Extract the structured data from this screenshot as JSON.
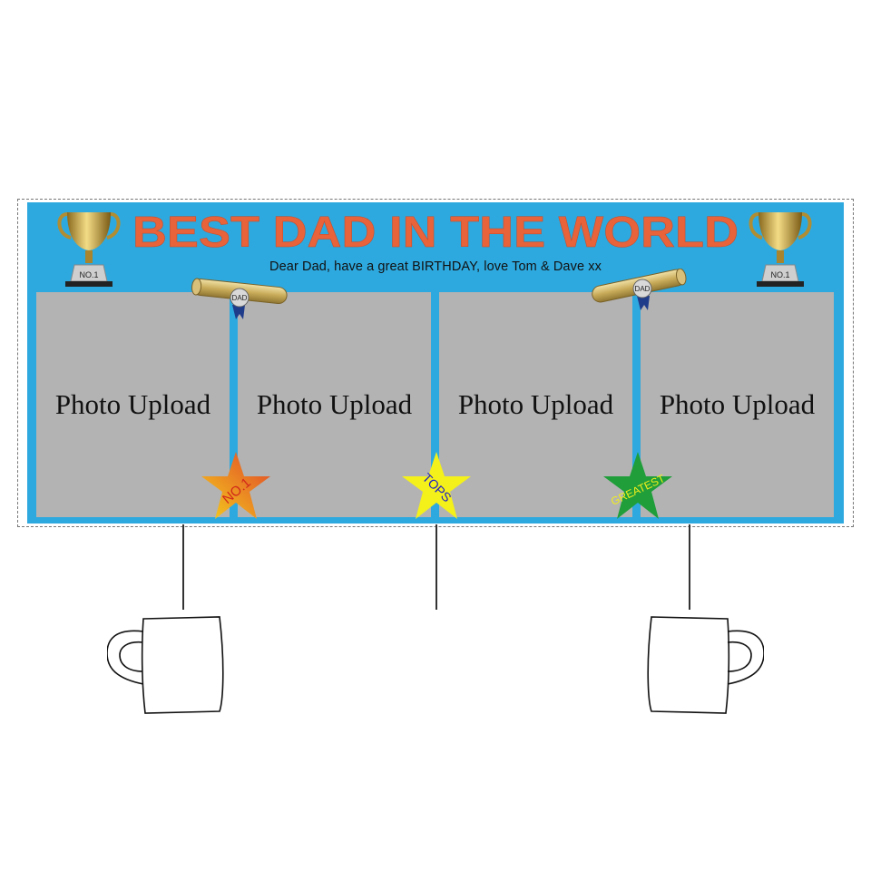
{
  "banner": {
    "title": "BEST DAD IN THE WORLD",
    "subtitle": "Dear Dad, have a great BIRTHDAY, love Tom & Dave xx",
    "trophy_label": "NO.1",
    "scroll_label": "DAD",
    "colors": {
      "background": "#2ea9df",
      "title": "#e8633a",
      "slot": "#b3b3b3"
    }
  },
  "slots": [
    {
      "label": "Photo Upload"
    },
    {
      "label": "Photo Upload"
    },
    {
      "label": "Photo Upload"
    },
    {
      "label": "Photo Upload"
    }
  ],
  "badges": [
    {
      "text": "NO.1",
      "icon": "star-orange-icon"
    },
    {
      "text": "TOPS",
      "icon": "star-yellow-icon"
    },
    {
      "text": "GREATEST",
      "icon": "star-green-icon"
    }
  ],
  "mugs": [
    {
      "view": "left",
      "icon": "mug-left-icon"
    },
    {
      "view": "right",
      "icon": "mug-right-icon"
    }
  ]
}
